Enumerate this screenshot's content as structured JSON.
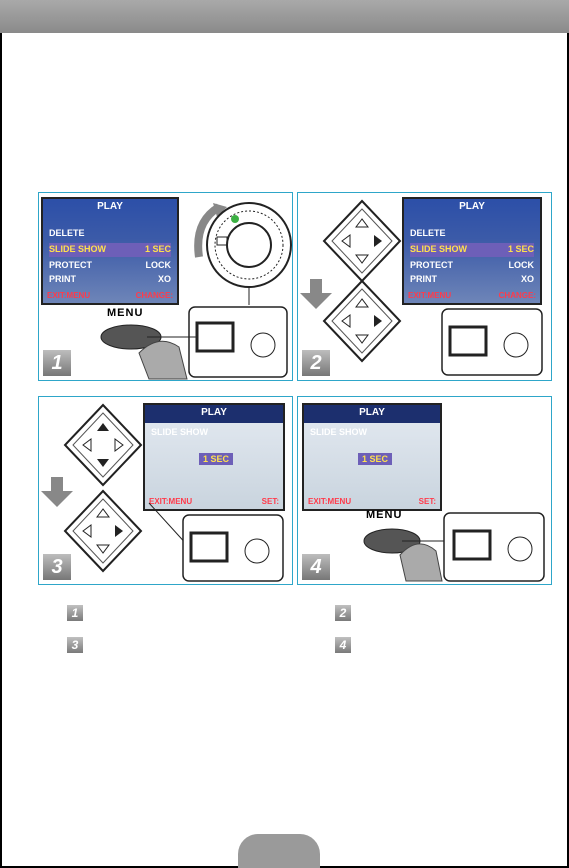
{
  "lcd_menu": {
    "title": "PLAY",
    "rows": [
      {
        "label": "DELETE",
        "value": ""
      },
      {
        "label": "SLIDE SHOW",
        "value": "1  SEC"
      },
      {
        "label": "PROTECT",
        "value": "LOCK"
      },
      {
        "label": "PRINT",
        "value": "XO"
      }
    ],
    "exit": "EXIT:MENU",
    "change": "CHANGE:"
  },
  "lcd_slideshow": {
    "title": "PLAY",
    "label": "SLIDE SHOW",
    "value": "1 SEC",
    "exit": "EXIT:MENU",
    "set": "SET:"
  },
  "menu_button_label": "MENU",
  "steps": [
    "1",
    "2",
    "3",
    "4"
  ],
  "colors": {
    "panel_border": "#2ea6c9",
    "highlight": "#6d5fb8",
    "accent_red": "#ff3b4b",
    "accent_yellow": "#ffe04d"
  }
}
